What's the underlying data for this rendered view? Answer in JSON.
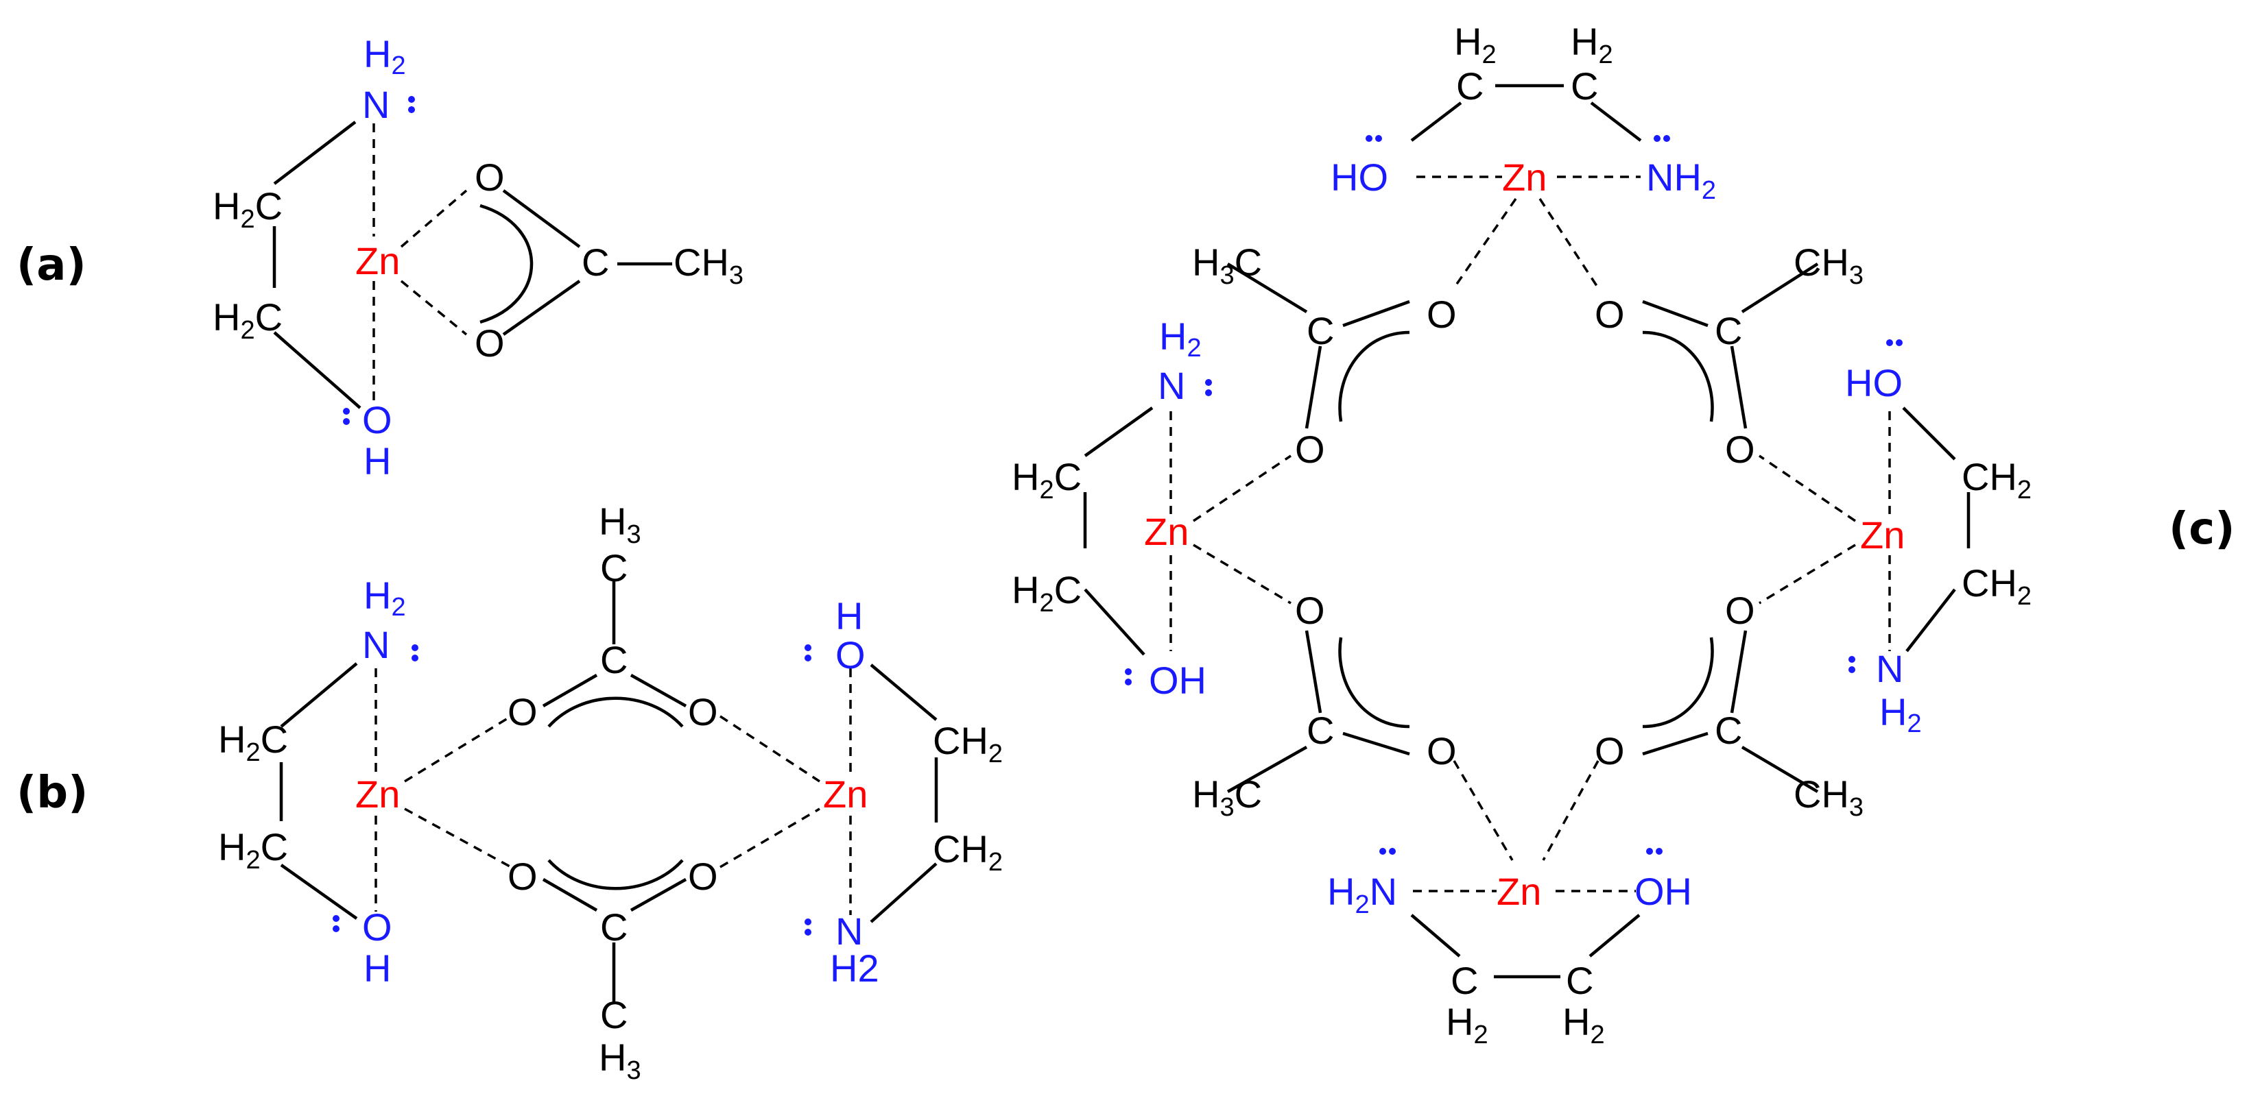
{
  "colors": {
    "metal": "#ff0000",
    "heteroatom": "#1a1aff",
    "carbon": "#000000",
    "background": "#ffffff"
  },
  "labels": {
    "a": "(a)",
    "b": "(b)",
    "c": "(c)"
  },
  "atoms": {
    "zn": "Zn",
    "n": "N",
    "o": "O",
    "c": "C",
    "h": "H",
    "h2n": "H2N",
    "ch3": "CH",
    "h3c": "H",
    "ch2": "CH",
    "h2c": "H",
    "h2": "H",
    "ho": "HO",
    "oh": "OH",
    "nh2": "NH",
    "sub2": "2",
    "sub3": "3",
    "h2_literal": "H2"
  }
}
